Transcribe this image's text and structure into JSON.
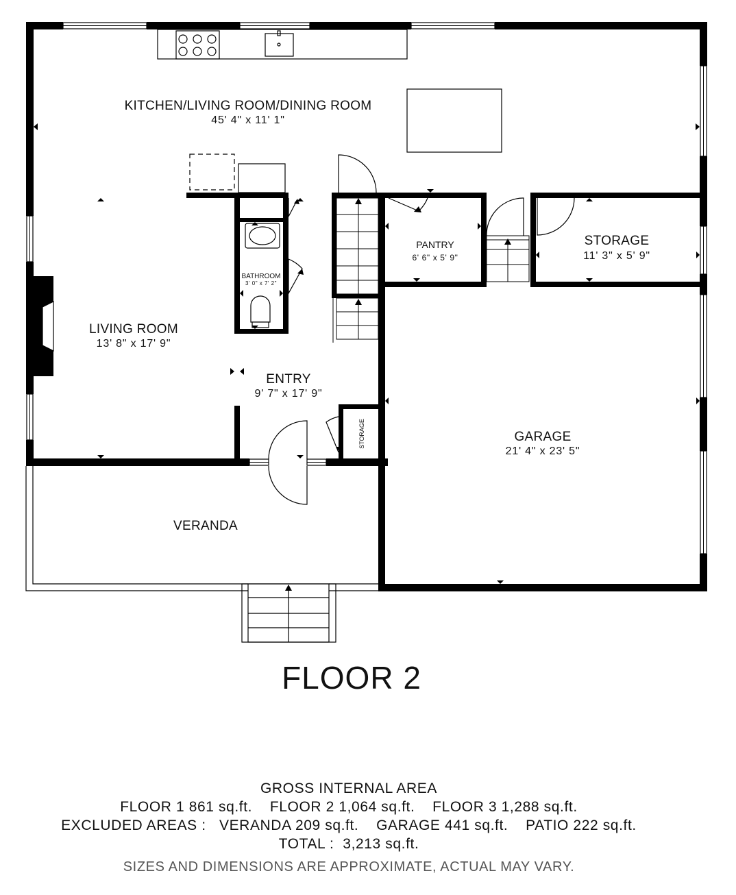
{
  "rooms": {
    "kitchen": {
      "name": "KITCHEN/LIVING ROOM/DINING ROOM",
      "dim": "45' 4\" x 11' 1\""
    },
    "living": {
      "name": "LIVING ROOM",
      "dim": "13' 8\" x 17' 9\""
    },
    "bathroom": {
      "name": "BATHROOM",
      "dim": "3' 0\" x 7' 2\""
    },
    "pantry": {
      "name": "PANTRY",
      "dim": "6' 6\" x 5' 9\""
    },
    "storage": {
      "name": "STORAGE",
      "dim": "11' 3\" x 5' 9\""
    },
    "entry": {
      "name": "ENTRY",
      "dim": "9' 7\" x 17' 9\""
    },
    "storage_small": {
      "name": "STORAGE"
    },
    "garage": {
      "name": "GARAGE",
      "dim": "21' 4\" x 23' 5\""
    },
    "veranda": {
      "name": "VERANDA"
    }
  },
  "floor_title": "FLOOR 2",
  "area": {
    "heading": "GROSS INTERNAL AREA",
    "floors_line": "FLOOR 1 861 sq.ft.    FLOOR 2 1,064 sq.ft.    FLOOR 3 1,288 sq.ft.",
    "excluded_line": "EXCLUDED AREAS :   VERANDA 209 sq.ft.    GARAGE 441 sq.ft.    PATIO 222 sq.ft.",
    "total_line": "TOTAL :  3,213 sq.ft.",
    "note": "SIZES AND DIMENSIONS ARE APPROXIMATE, ACTUAL MAY VARY."
  }
}
